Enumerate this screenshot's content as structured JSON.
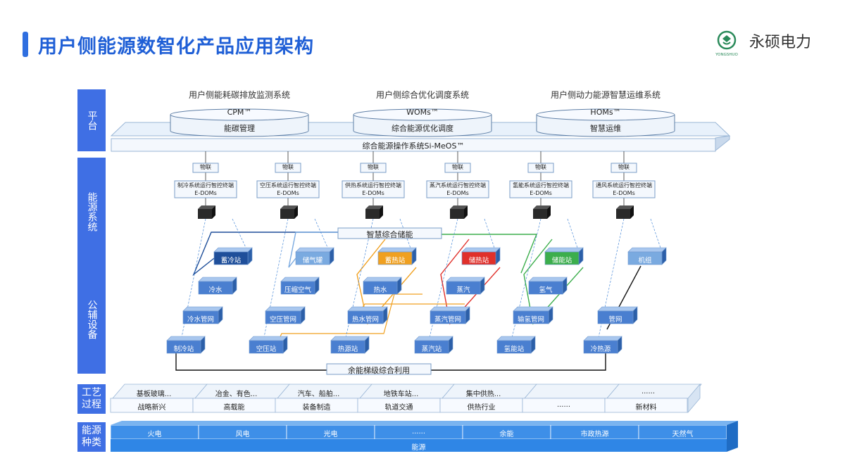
{
  "title": "用户侧能源数智化产品应用架构",
  "brand": {
    "name": "永硕电力",
    "logo_text": "YONGSHUO"
  },
  "side_labels": {
    "platform": "平台",
    "energy_system": "能源系统",
    "aux_equipment": "公辅设备",
    "process": "工艺过程",
    "energy_type": "能源种类"
  },
  "systems": [
    {
      "title": "用户侧能耗碳排放监测系统",
      "product": "CPM™",
      "function": "能碳管理"
    },
    {
      "title": "用户侧综合优化调度系统",
      "product": "WOMs™",
      "function": "综合能源优化调度"
    },
    {
      "title": "用户侧动力能源智慧运维系统",
      "product": "HOMs™",
      "function": "智慧运维"
    }
  ],
  "os_label": "综合能源操作系统Si-MeOS™",
  "iot_label": "物联",
  "terminal_model": "E-DOMs",
  "terminals": [
    "制冷系统运行智控终端",
    "空压系统运行智控终端",
    "供热系统运行智控终端",
    "蒸汽系统运行智控终端",
    "氢能系统运行智控终端",
    "通风系统运行智控终端"
  ],
  "smart_storage": "智慧综合储能",
  "waste_energy": "余能梯级综合利用",
  "columns": [
    {
      "storage": "蓄冷站",
      "medium": "冷水",
      "network": "冷水管网",
      "station": "制冷站",
      "color": "#1f4f9a"
    },
    {
      "storage": "储气罐",
      "medium": "压缩空气",
      "network": "空压管网",
      "station": "空压站",
      "color": "#7aaae0"
    },
    {
      "storage": "蓄热站",
      "medium": "热水",
      "network": "热水管网",
      "station": "热源站",
      "color": "#f0a020"
    },
    {
      "storage": "储热站",
      "medium": "蒸汽",
      "network": "蒸汽管网",
      "station": "蒸汽站",
      "color": "#e0302a"
    },
    {
      "storage": "储能站",
      "medium": "氢气",
      "network": "输氢管网",
      "station": "氢能站",
      "color": "#3cae4c"
    },
    {
      "storage": "机组",
      "medium": "",
      "network": "管网",
      "station": "冷热源",
      "color": "#7aaae0"
    }
  ],
  "process": {
    "top": [
      "基板玻璃...",
      "冶金、有色...",
      "汽车、船舶...",
      "地铁车站...",
      "集中供热...",
      "",
      "......"
    ],
    "bottom": [
      "战略新兴",
      "高载能",
      "装备制造",
      "轨道交通",
      "供热行业",
      "......",
      "新材料"
    ]
  },
  "energy": {
    "types": [
      "火电",
      "风电",
      "光电",
      "......",
      "余能",
      "市政热源",
      "天然气"
    ],
    "base": "能源"
  }
}
